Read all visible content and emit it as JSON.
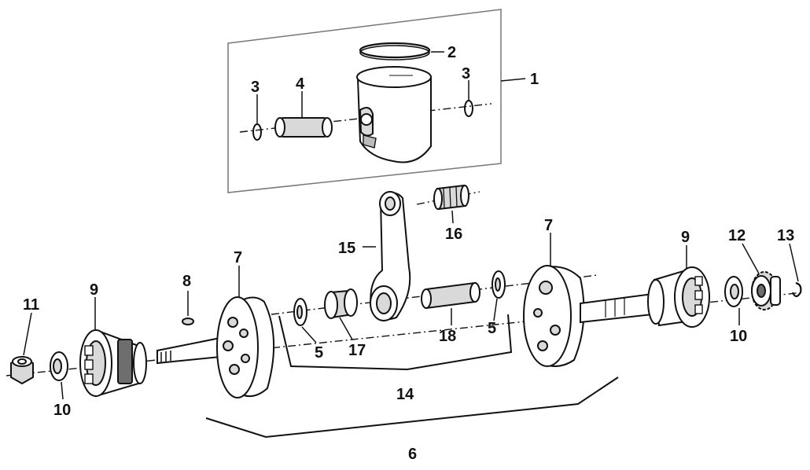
{
  "diagram": {
    "callouts": [
      {
        "id": "callout-1",
        "label": "1"
      },
      {
        "id": "callout-2",
        "label": "2"
      },
      {
        "id": "callout-3a",
        "label": "3"
      },
      {
        "id": "callout-3b",
        "label": "3"
      },
      {
        "id": "callout-4",
        "label": "4"
      },
      {
        "id": "callout-5a",
        "label": "5"
      },
      {
        "id": "callout-5b",
        "label": "5"
      },
      {
        "id": "callout-6",
        "label": "6"
      },
      {
        "id": "callout-7a",
        "label": "7"
      },
      {
        "id": "callout-7b",
        "label": "7"
      },
      {
        "id": "callout-8",
        "label": "8"
      },
      {
        "id": "callout-9a",
        "label": "9"
      },
      {
        "id": "callout-9b",
        "label": "9"
      },
      {
        "id": "callout-10a",
        "label": "10"
      },
      {
        "id": "callout-10b",
        "label": "10"
      },
      {
        "id": "callout-11",
        "label": "11"
      },
      {
        "id": "callout-12",
        "label": "12"
      },
      {
        "id": "callout-13",
        "label": "13"
      },
      {
        "id": "callout-14",
        "label": "14"
      },
      {
        "id": "callout-15",
        "label": "15"
      },
      {
        "id": "callout-16",
        "label": "16"
      },
      {
        "id": "callout-17",
        "label": "17"
      },
      {
        "id": "callout-18",
        "label": "18"
      }
    ]
  }
}
